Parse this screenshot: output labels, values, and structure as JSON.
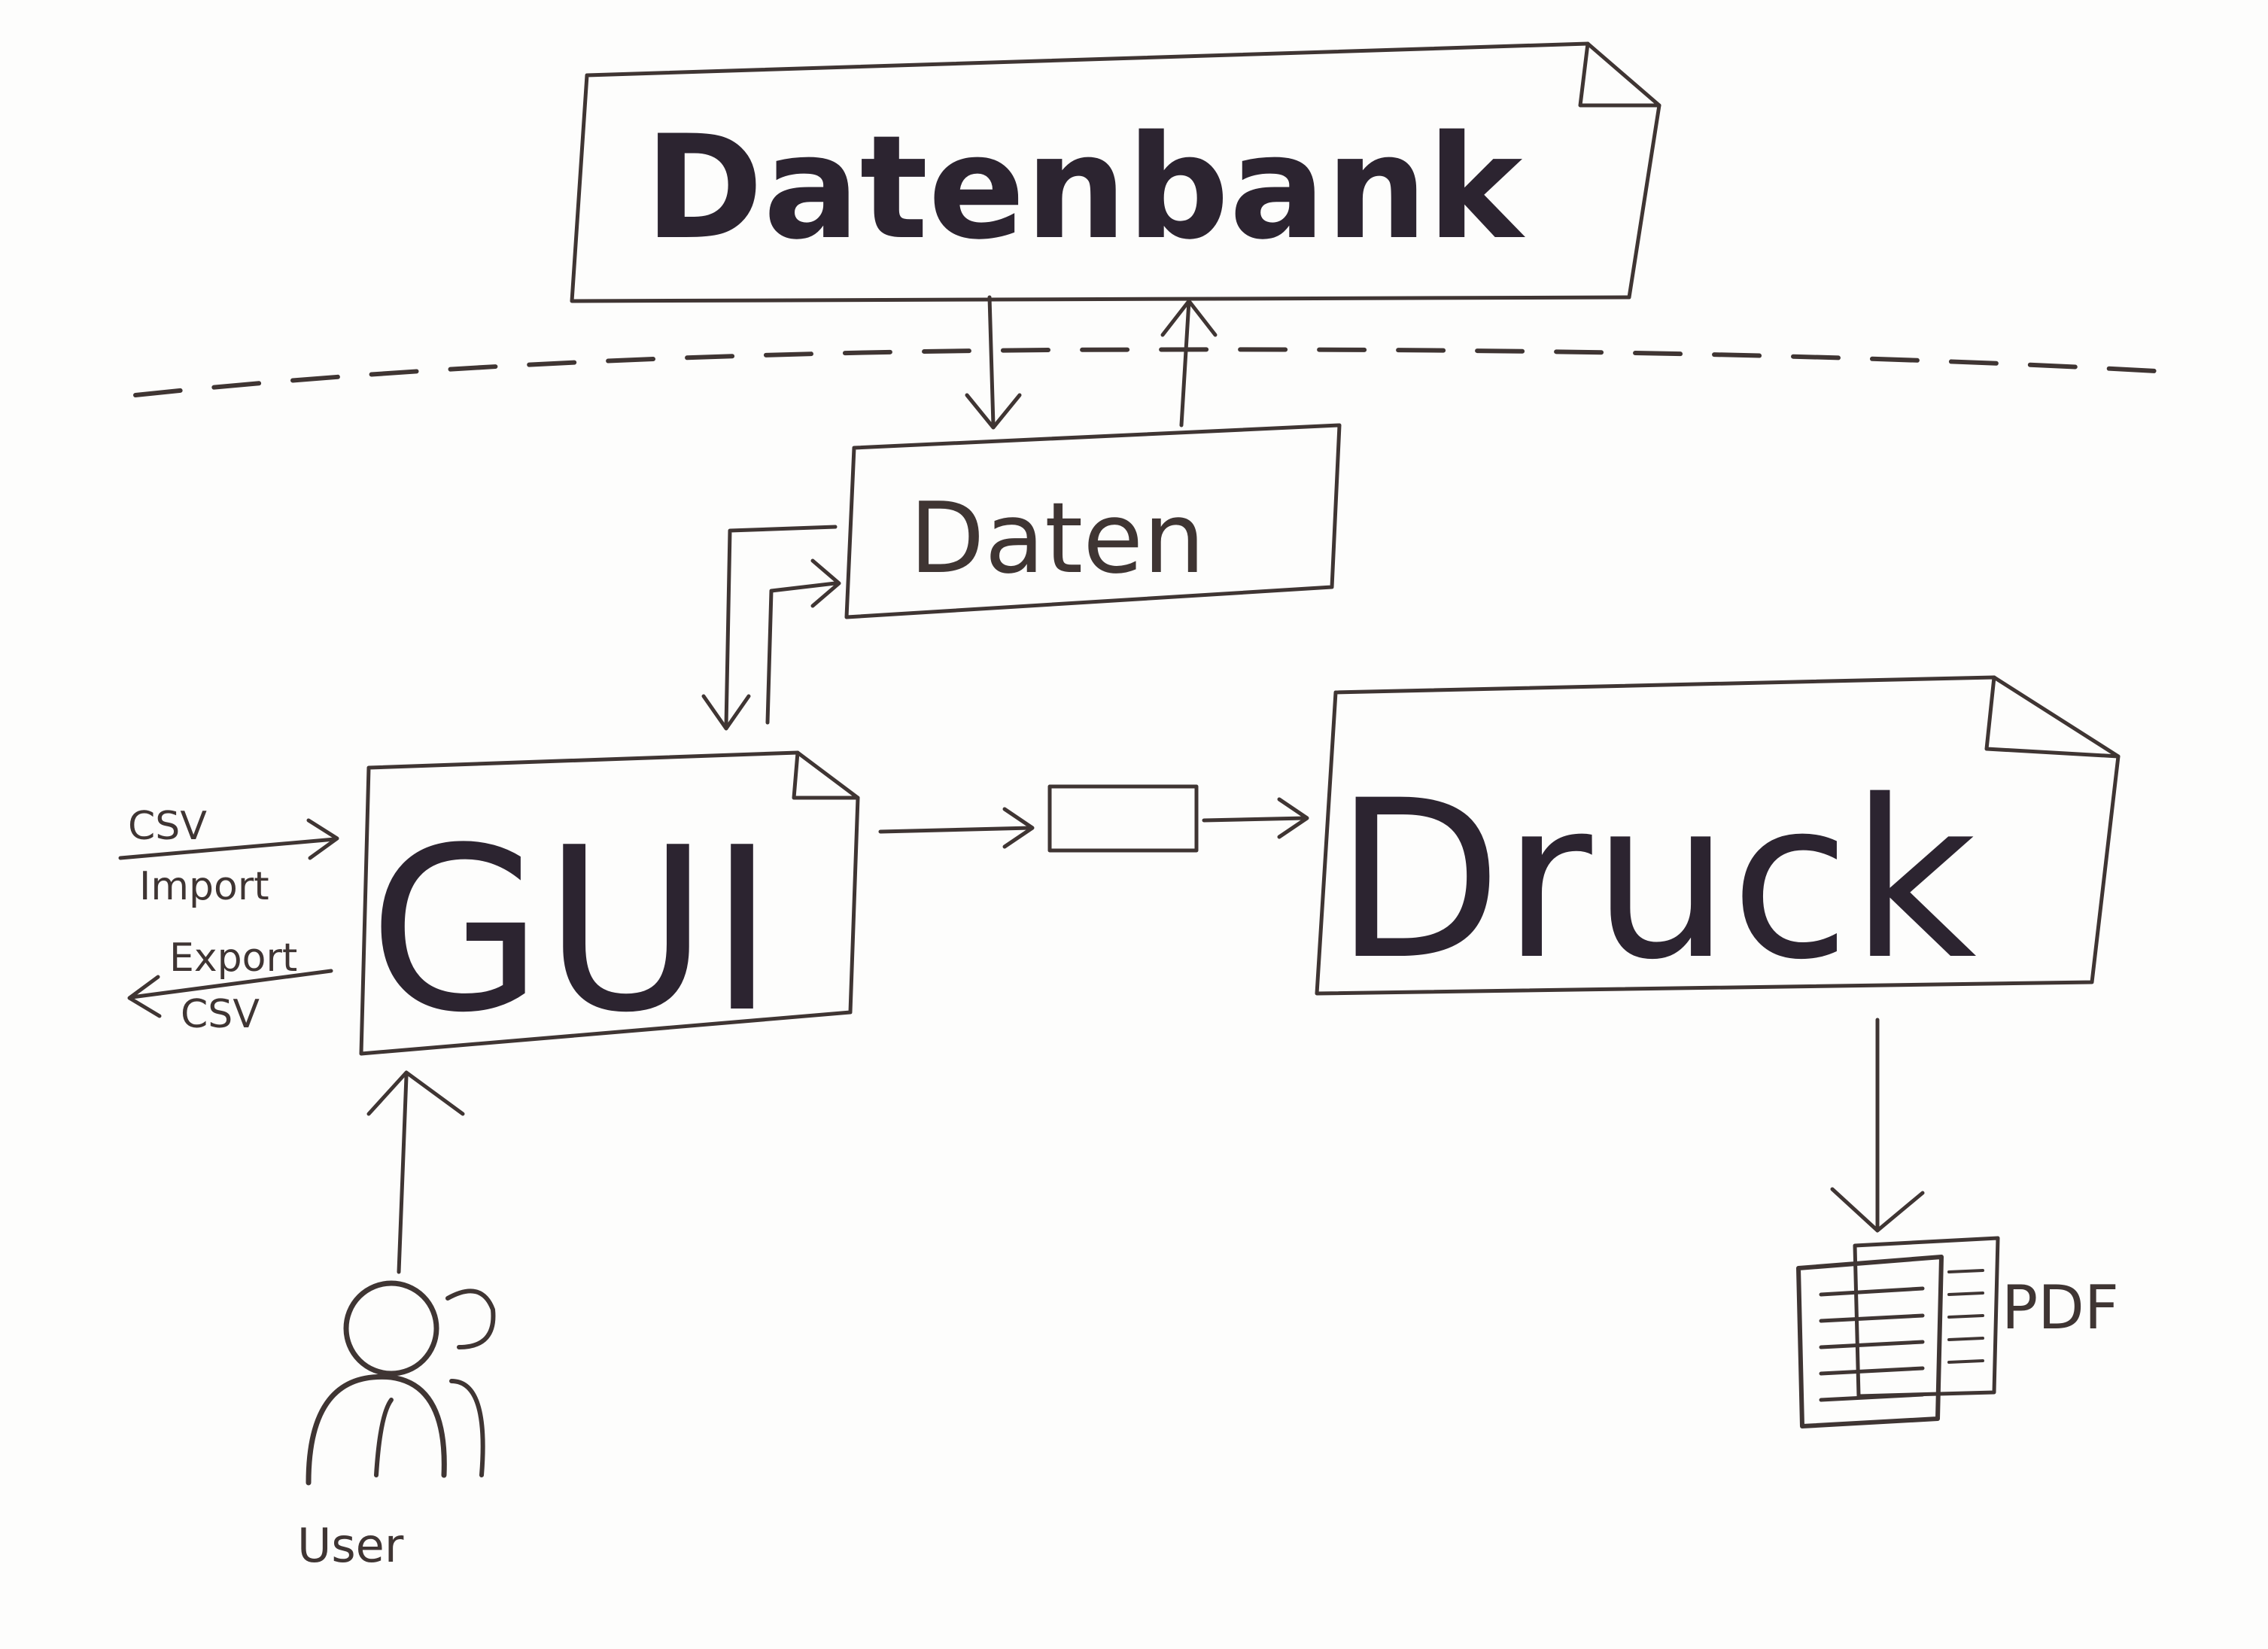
{
  "nodes": {
    "database": {
      "label": "Datenbank"
    },
    "data": {
      "label": "Daten"
    },
    "gui": {
      "label": "GUI"
    },
    "print": {
      "label": "Druck"
    },
    "user": {
      "label": "User"
    },
    "pdf": {
      "label": "PDF"
    }
  },
  "io": {
    "csv_import_top": "CSV",
    "csv_import_bottom": "Import",
    "csv_export_top": "Export",
    "csv_export_bottom": "CSV"
  },
  "colors": {
    "ink": "#3f3533",
    "ink_dark": "#2a2230",
    "paper": "#fdfdfc"
  }
}
